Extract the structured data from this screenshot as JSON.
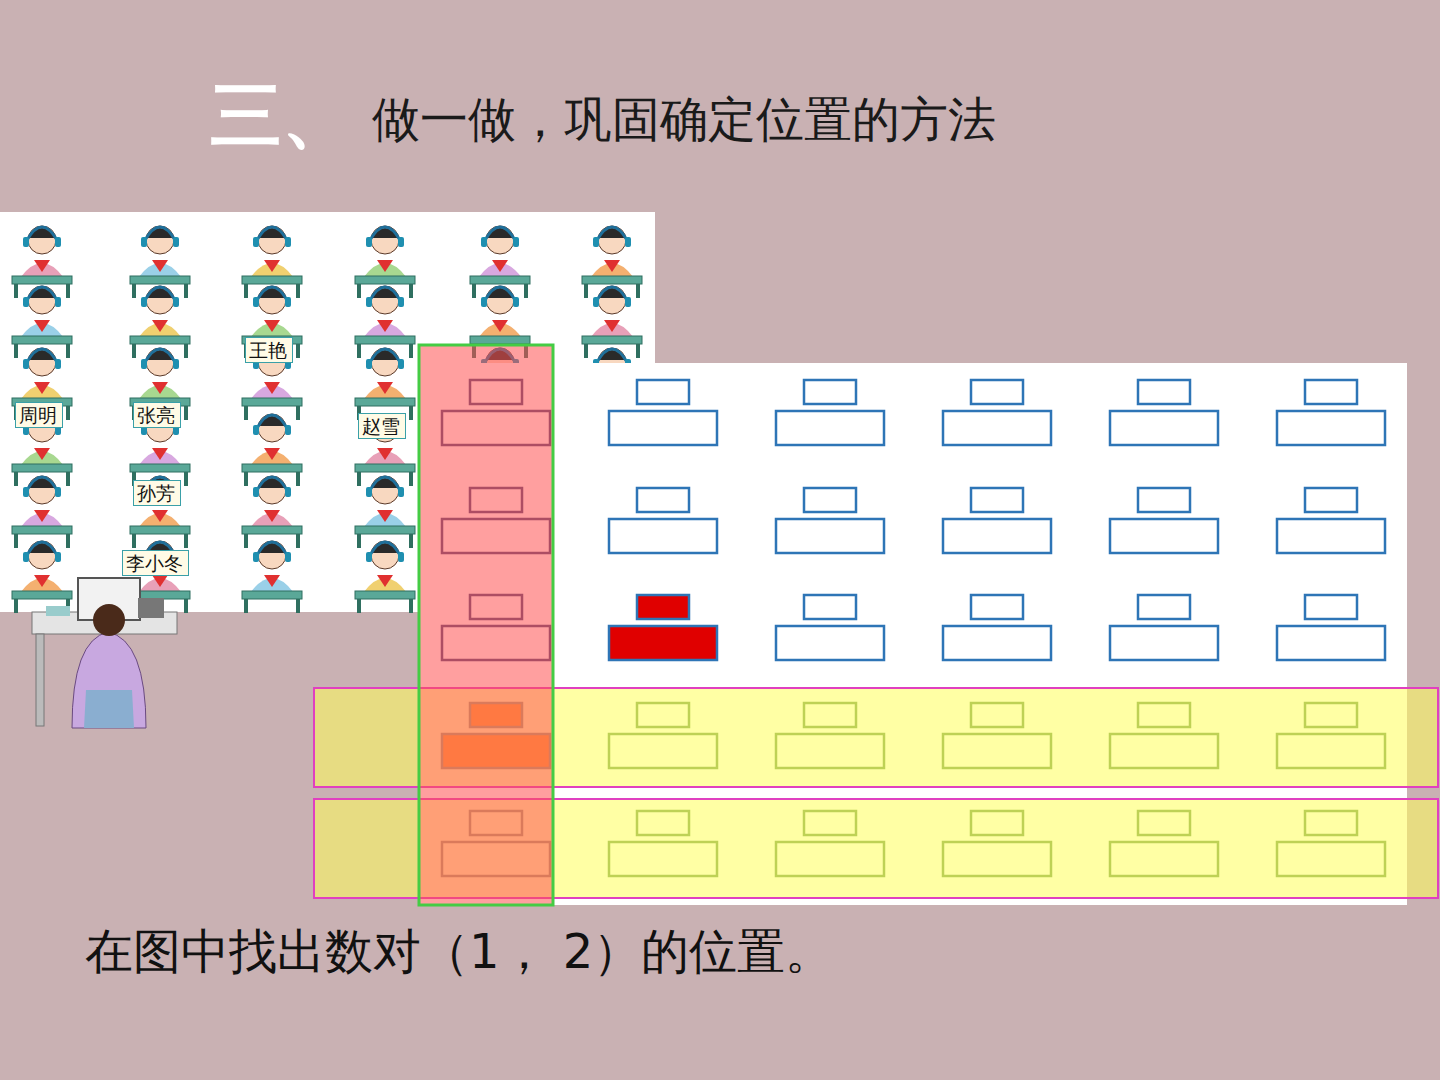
{
  "diagram": {
    "title": "做一做，巩固确定位置的方法",
    "caption": "在图中找出数对（1， 2）的位置。",
    "nodes": [
      {
        "text": [
          "王艳"
        ]
      },
      {
        "text": [
          "周明"
        ]
      },
      {
        "text": [
          "张亮"
        ]
      },
      {
        "text": [
          "赵雪"
        ]
      },
      {
        "text": [
          "孙芳"
        ]
      },
      {
        "text": [
          "李小冬"
        ]
      }
    ],
    "labels": [
      "三、"
    ]
  }
}
